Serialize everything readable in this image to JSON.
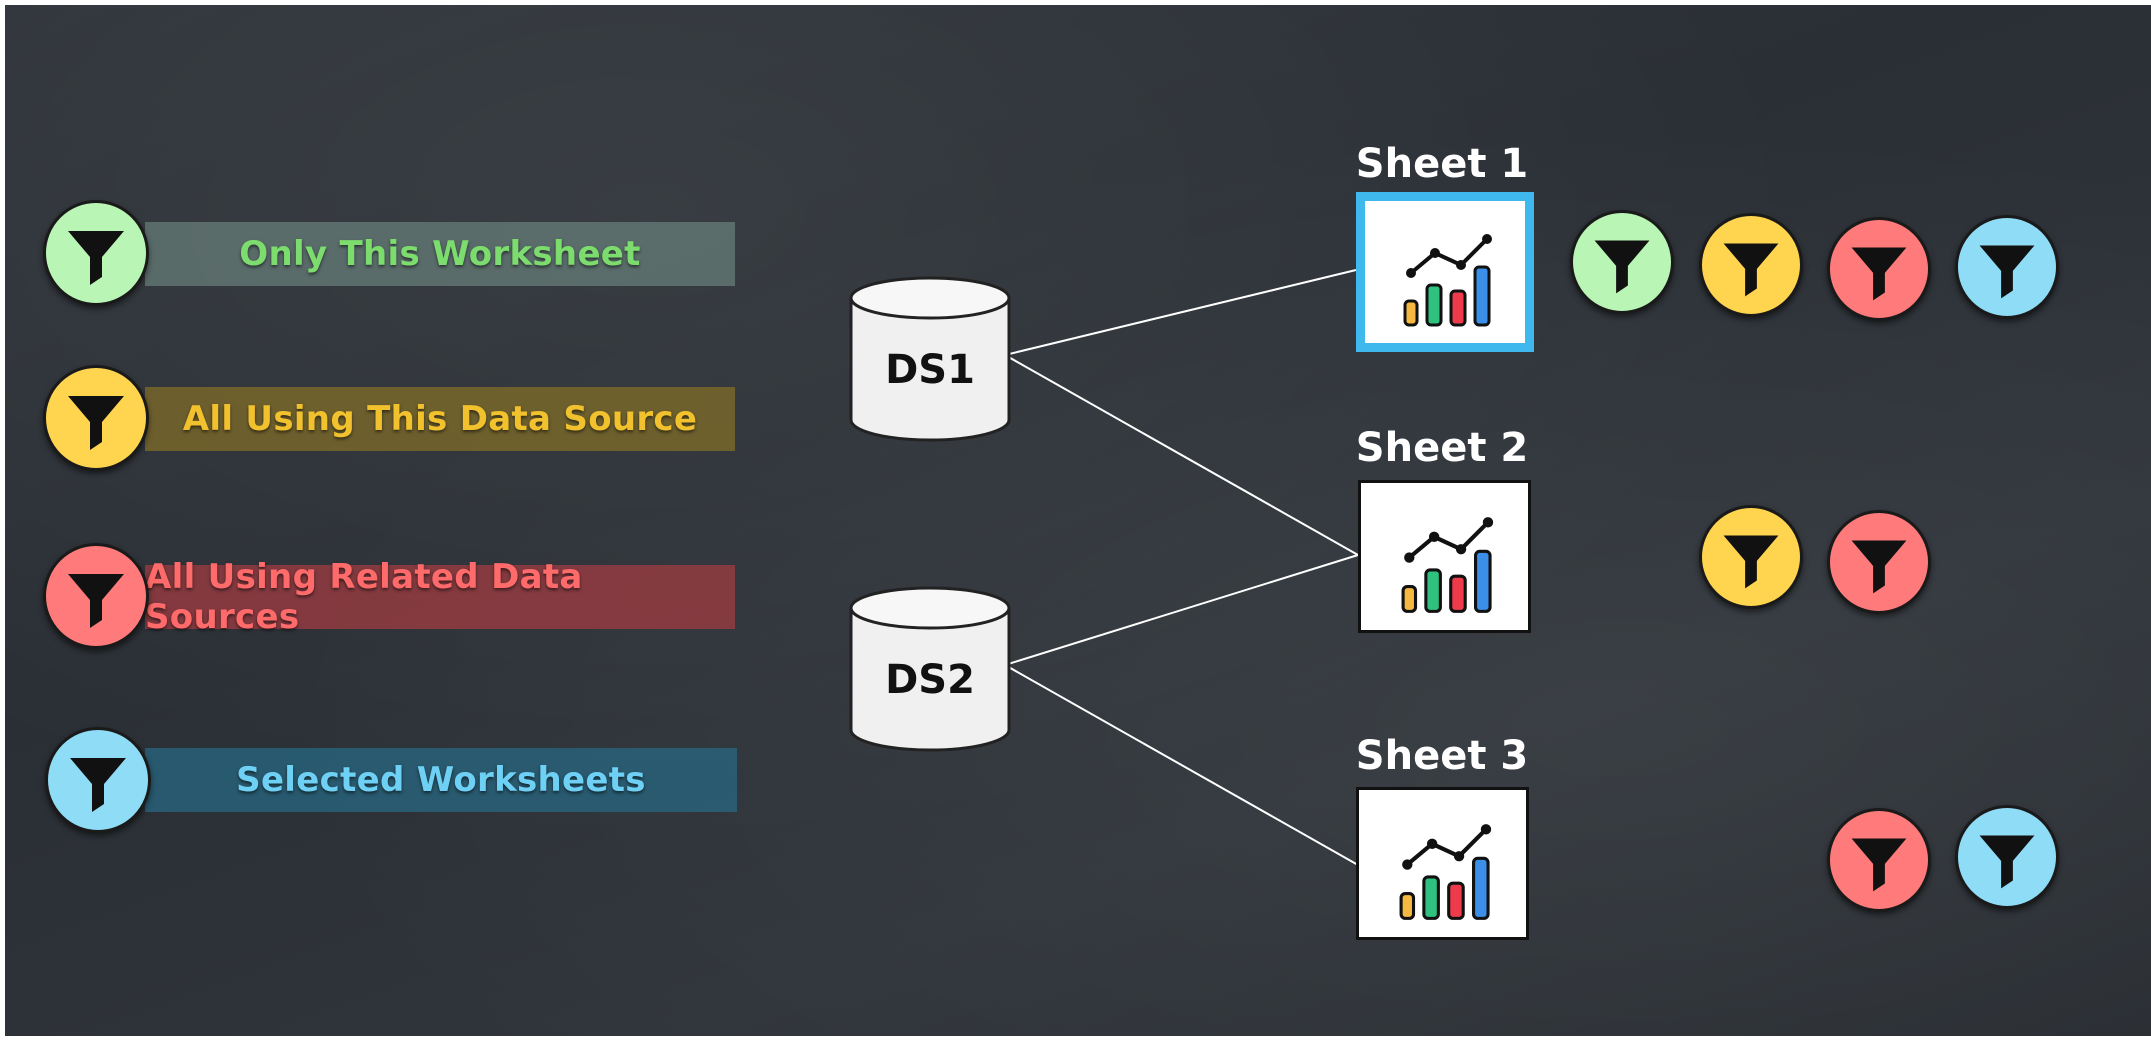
{
  "legend": [
    {
      "label": "Only This Worksheet",
      "color": "#7ddc6e",
      "icon_color": "#b9f6b6",
      "bar_color": "rgba(120,150,140,0.55)"
    },
    {
      "label": "All Using This Data Source",
      "color": "#f2c12e",
      "icon_color": "#ffd54f",
      "bar_color": "rgba(130,110,40,0.75)"
    },
    {
      "label": "All Using Related Data Sources",
      "color": "#ff6b6b",
      "icon_color": "#ff7b7b",
      "bar_color": "rgba(160,60,65,0.75)"
    },
    {
      "label": "Selected Worksheets",
      "color": "#6fd0f5",
      "icon_color": "#8fdcf7",
      "bar_color": "rgba(40,100,125,0.8)"
    }
  ],
  "data_sources": [
    {
      "label": "DS1"
    },
    {
      "label": "DS2"
    }
  ],
  "sheets": [
    {
      "title": "Sheet 1",
      "selected": true,
      "filters": [
        "only-this-worksheet",
        "all-using-this-data-source",
        "all-using-related-data-sources",
        "selected-worksheets"
      ]
    },
    {
      "title": "Sheet 2",
      "selected": false,
      "filters": [
        "all-using-this-data-source",
        "all-using-related-data-sources"
      ]
    },
    {
      "title": "Sheet 3",
      "selected": false,
      "filters": [
        "all-using-related-data-sources",
        "selected-worksheets"
      ]
    }
  ],
  "connections": [
    {
      "from": "DS1",
      "to": "Sheet 1"
    },
    {
      "from": "DS1",
      "to": "Sheet 2"
    },
    {
      "from": "DS2",
      "to": "Sheet 2"
    },
    {
      "from": "DS2",
      "to": "Sheet 3"
    }
  ],
  "colors": {
    "background": "#2d3237",
    "selected_border": "#3fb8ee",
    "filter_glyph": "#111111"
  }
}
